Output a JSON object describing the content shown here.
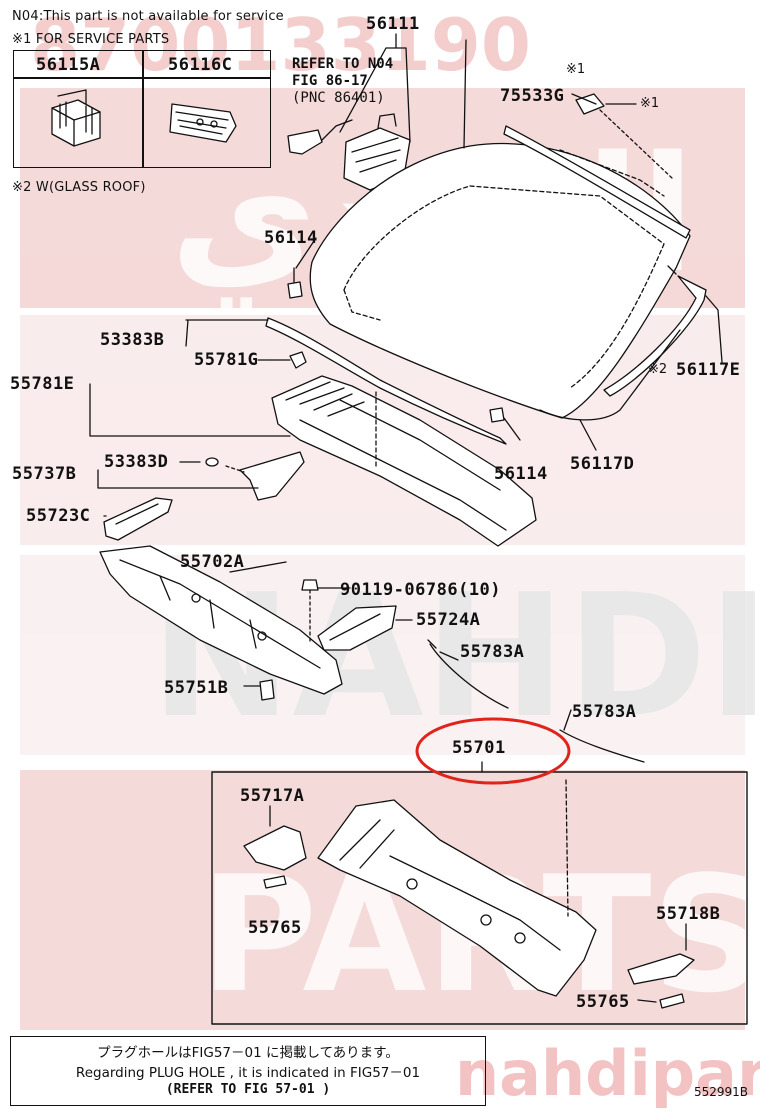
{
  "header": {
    "line1": "N04:This part is not available for service",
    "line2": "※1 FOR SERVICE PARTS",
    "line3": "※2 W(GLASS ROOF)"
  },
  "legend": {
    "left_part": "56115A",
    "right_part": "56116C"
  },
  "refer": {
    "line1": "REFER TO N04",
    "line2": "FIG 86-17",
    "line3": "(PNC 86401)"
  },
  "marks": {
    "m1a": "※1",
    "m1b": "※1",
    "m2": "※2"
  },
  "parts": {
    "p56111": "56111",
    "p75533G": "75533G",
    "p56114a": "56114",
    "p56117E": "56117E",
    "p53383B": "53383B",
    "p55781G": "55781G",
    "p55781E": "55781E",
    "p56114b": "56114",
    "p56117D": "56117D",
    "p55737B": "55737B",
    "p53383D": "53383D",
    "p55723C": "55723C",
    "p55702A": "55702A",
    "p90119": "90119-06786(10)",
    "p55724A": "55724A",
    "p55783Aa": "55783A",
    "p55751B": "55751B",
    "p55783Ab": "55783A",
    "p55701": "55701",
    "p55717A": "55717A",
    "p55718B": "55718B",
    "p55765a": "55765",
    "p55765b": "55765"
  },
  "bottom_note": {
    "line1": "プラグホールはFIG57－01 に掲載してあります。",
    "line2": "Regarding  PLUG HOLE , it is indicated in FIG57－01",
    "line3": "(REFER TO FIG  57-01 )"
  },
  "figure_id": "552991B",
  "watermark": {
    "top_text": "8700133190",
    "arabic_text": "النهدي",
    "word1": "NAHDI",
    "word2": "PARTS",
    "url": "nahdiparts.com",
    "color": "#e9a3a3"
  },
  "highlight_color": "#e0241b"
}
